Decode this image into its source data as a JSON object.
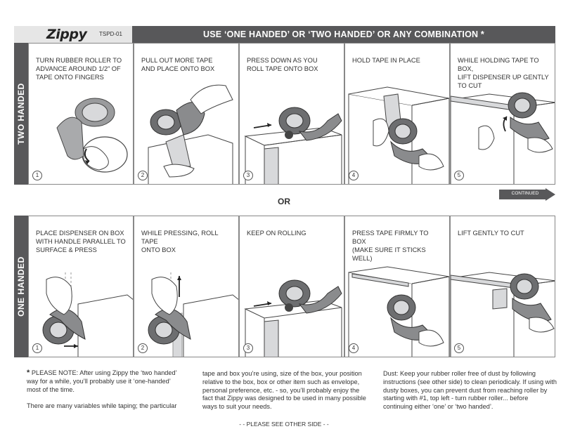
{
  "header": {
    "logo": "Zippy",
    "code": "TSPD-01",
    "title": "USE ‘ONE HANDED’ OR ‘TWO HANDED’ OR ANY COMBINATION *"
  },
  "two_handed": {
    "label": "TWO HANDED",
    "steps": [
      {
        "num": "1",
        "text": "TURN RUBBER ROLLER TO\nADVANCE AROUND 1/2” OF\nTAPE ONTO FINGERS"
      },
      {
        "num": "2",
        "text": "PULL OUT MORE TAPE\nAND PLACE ONTO BOX"
      },
      {
        "num": "3",
        "text": "PRESS DOWN AS YOU\nROLL TAPE ONTO BOX"
      },
      {
        "num": "4",
        "text": "HOLD TAPE IN PLACE"
      },
      {
        "num": "5",
        "text": "WHILE HOLDING TAPE TO BOX,\nLIFT DISPENSER UP GENTLY\nTO CUT"
      }
    ]
  },
  "or_label": "OR",
  "continued_label": "CONTINUED",
  "one_handed": {
    "label": "ONE HANDED",
    "steps": [
      {
        "num": "1",
        "text": "PLACE DISPENSER ON BOX\nWITH HANDLE PARALLEL TO\nSURFACE  & PRESS"
      },
      {
        "num": "2",
        "text": "WHILE PRESSING, ROLL TAPE\nONTO BOX"
      },
      {
        "num": "3",
        "text": "KEEP ON ROLLING"
      },
      {
        "num": "4",
        "text": "PRESS TAPE FIRMLY TO BOX\n(MAKE SURE IT STICKS WELL)"
      },
      {
        "num": "5",
        "text": "LIFT GENTLY TO CUT"
      }
    ]
  },
  "notes": {
    "star": "*",
    "col1_p1": "PLEASE NOTE:  After using Zippy the ‘two handed’ way for a while, you’ll probably use it ‘one-handed’ most of the time.",
    "col1_p2": "There are many variables while taping; the particular",
    "col2": "tape and box you’re using, size of the box, your position relative to the box, box or other item such as envelope, personal preference, etc. - so, you’ll probably enjoy the fact that Zippy was designed to be used in many possible ways to suit your needs.",
    "col3": "Dust:  Keep your rubber roller free of dust by following instructions (see other side) to clean periodicaly.  If using with dusty boxes, you can prevent dust from reaching roller by starting with #1, top left - turn rubber roller... before continuing either ‘one’ or ‘two handed’."
  },
  "see_other_side": "- -   PLEASE SEE OTHER SIDE   - -",
  "colors": {
    "bar": "#58585a",
    "logo_bg": "#e6e6e6",
    "dispenser": "#6d6e70",
    "tape": "#c9cacc"
  }
}
